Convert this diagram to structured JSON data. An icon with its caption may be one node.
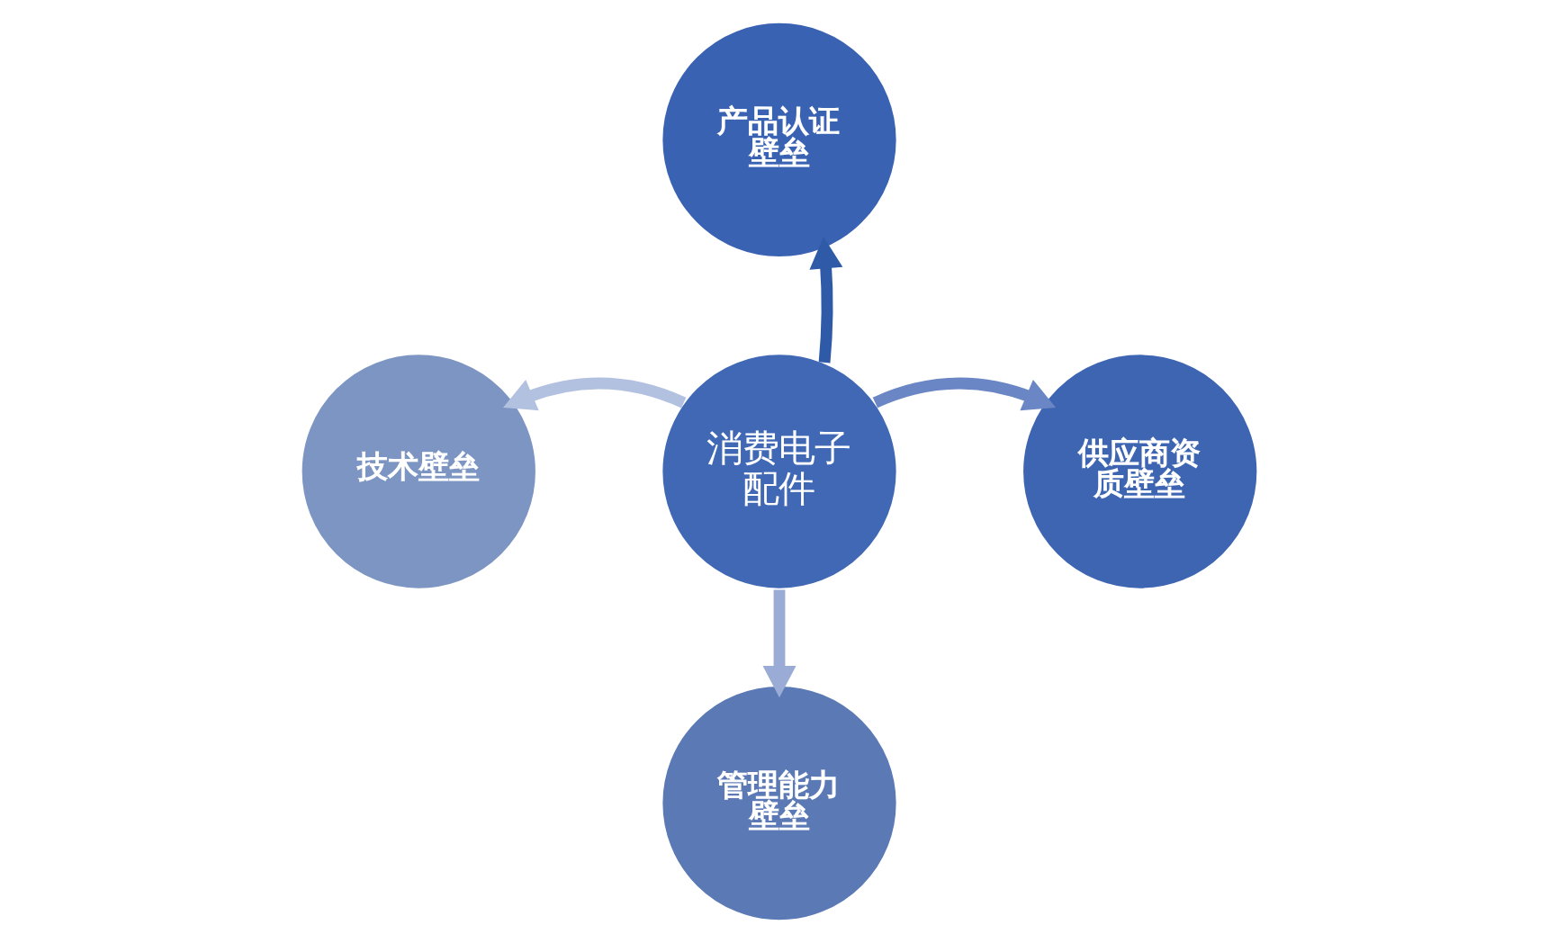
{
  "diagram": {
    "nodes": [
      {
        "text": [
          "产品认证壁垒"
        ]
      },
      {
        "text": [
          "技术壁垒"
        ]
      },
      {
        "text": [
          "消费电子配件"
        ]
      },
      {
        "text": [
          "供应商资质壁垒"
        ]
      },
      {
        "text": [
          "管理能力壁垒"
        ]
      }
    ],
    "edges": [
      {
        "from": 2,
        "to": 0,
        "arrow": "to",
        "color": "#2f5aa8"
      },
      {
        "from": 2,
        "to": 1,
        "arrow": "to",
        "color": "#b3c1e0"
      },
      {
        "from": 2,
        "to": 3,
        "arrow": "to",
        "color": "#6a86c4"
      },
      {
        "from": 2,
        "to": 4,
        "arrow": "to",
        "color": "#9aabd6"
      }
    ]
  }
}
